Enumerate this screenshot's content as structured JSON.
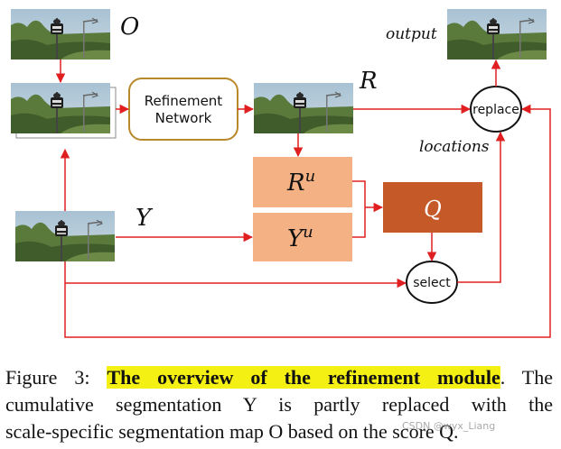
{
  "diagram": {
    "labels": {
      "O": "O",
      "R": "R",
      "Y": "Y",
      "output": "output",
      "locations": "locations"
    },
    "boxes": {
      "refinement_line1": "Refinement",
      "refinement_line2": "Network",
      "Ru_base": "R",
      "Ru_sup": "u",
      "Yu_base": "Y",
      "Yu_sup": "u",
      "Q": "Q"
    },
    "nodes": {
      "replace": "replace",
      "select": "select"
    },
    "colors": {
      "arrow": "#e02020",
      "peach_box": "#f4b183",
      "q_box": "#c55a28",
      "refinement_border": "#b8882a"
    }
  },
  "caption": {
    "figure_label": "Figure 3:",
    "highlight": "The overview of the refinement module",
    "line1_rest": ". The",
    "line2": "cumulative segmentation Y is partly replaced with the",
    "line3": "scale-specific segmentation map O based on the score Q."
  },
  "watermark": "CSDN @wyx_Liang"
}
